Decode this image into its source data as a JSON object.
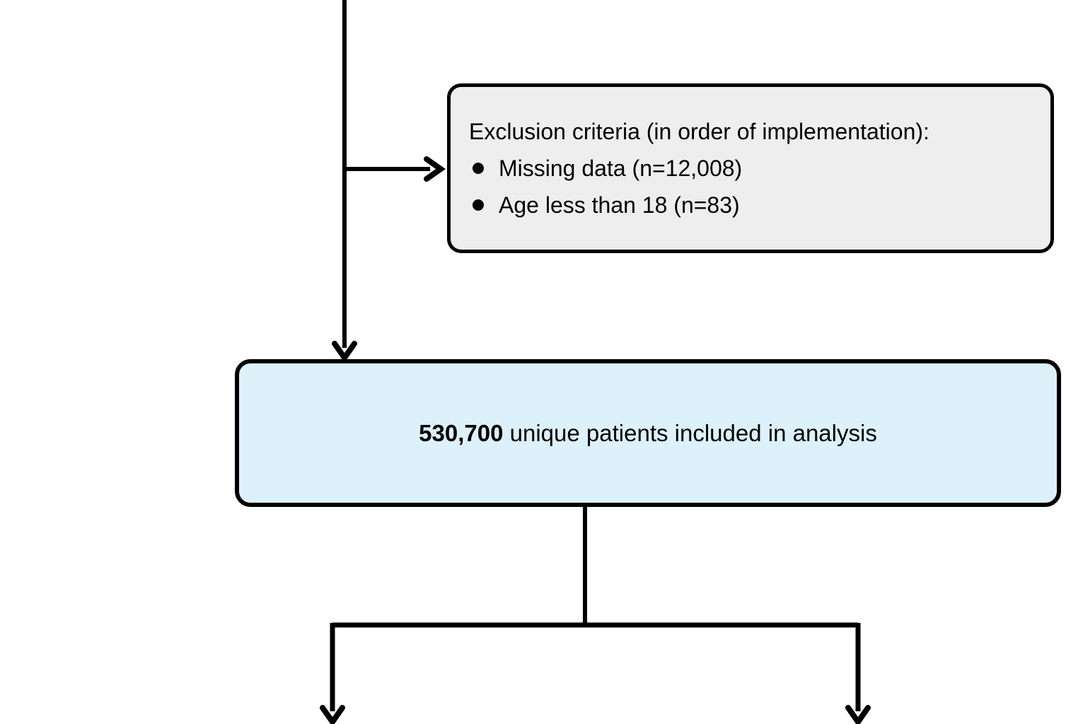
{
  "figure": {
    "type": "patient-flow-diagram",
    "exclusion_box": {
      "title": "Exclusion criteria (in order of implementation):",
      "items": [
        "Missing data (n=12,008)",
        "Age less than 18 (n=83)"
      ]
    },
    "analysis_box": {
      "count": "530,700",
      "label": "unique patients included in analysis"
    },
    "colors": {
      "background": "#ffffff",
      "exclusion_fill": "#eeeeee",
      "analysis_fill": "#dcf1f9",
      "line": "#000000"
    }
  }
}
